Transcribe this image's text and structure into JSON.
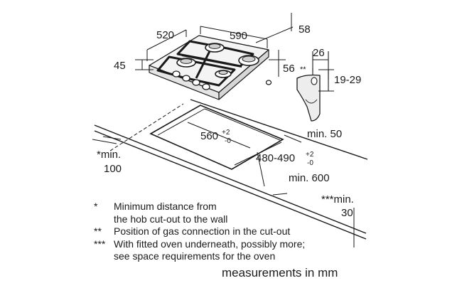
{
  "dimensions": {
    "hob_depth": "520",
    "hob_width": "590",
    "frame_offset": "58",
    "hob_height": "45",
    "edge_offset": "56",
    "gas_offset_x": "26",
    "gas_connection_marker": "**",
    "gas_offset_y": "19-29",
    "cutout_width": "560",
    "cutout_width_tol_plus": "+2",
    "cutout_width_tol_minus": "-0",
    "cutout_depth": "480-490",
    "cutout_depth_tol_plus": "+2",
    "cutout_depth_tol_minus": "-0",
    "min_back": "min. 50",
    "min_side_wall_line1": "*min.",
    "min_side_wall_line2": "100",
    "min_worktop_depth": "min. 600",
    "min_oven_line1": "***min.",
    "min_oven_line2": "30"
  },
  "notes": [
    {
      "mark": "*",
      "lines": [
        "Minimum distance from",
        "the hob cut-out to the wall"
      ]
    },
    {
      "mark": "**",
      "lines": [
        "Position of gas connection in the cut-out"
      ]
    },
    {
      "mark": "***",
      "lines": [
        "With fitted oven underneath, possibly more;",
        "see space requirements for the oven"
      ]
    }
  ],
  "units": "measurements in mm"
}
